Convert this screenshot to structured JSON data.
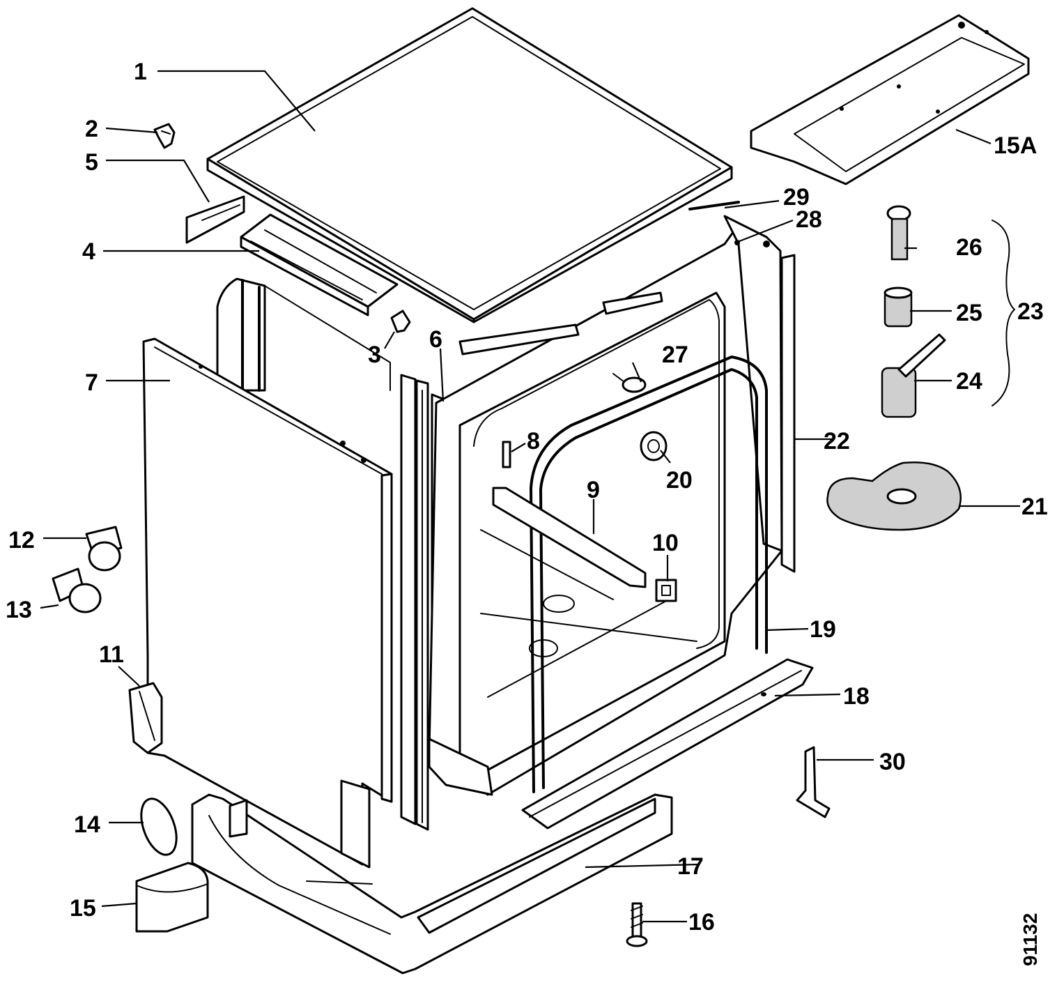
{
  "diagram": {
    "reference_code": "91132",
    "callouts": [
      "1",
      "2",
      "3",
      "4",
      "5",
      "6",
      "7",
      "8",
      "9",
      "10",
      "11",
      "12",
      "13",
      "14",
      "15",
      "15A",
      "16",
      "17",
      "18",
      "19",
      "20",
      "21",
      "22",
      "23",
      "24",
      "25",
      "26",
      "27",
      "28",
      "29",
      "30"
    ]
  }
}
